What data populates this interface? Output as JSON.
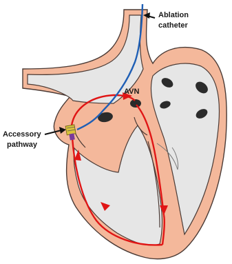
{
  "labels": {
    "ablation_line1": "Ablation",
    "ablation_line2": "catheter",
    "avn": "AVN",
    "accessory_line1": "Accessory",
    "accessory_line2": "pathway"
  },
  "colors": {
    "tissue": "#f4b89b",
    "tissue_outline": "#4a3a35",
    "chamber": "#e6e6e6",
    "catheter": "#1f5fb5",
    "conduction": "#e01515",
    "node": "#2b2b2b",
    "pathway_fill": "#d9c23c",
    "pathway_tip": "#7a3a9a"
  }
}
